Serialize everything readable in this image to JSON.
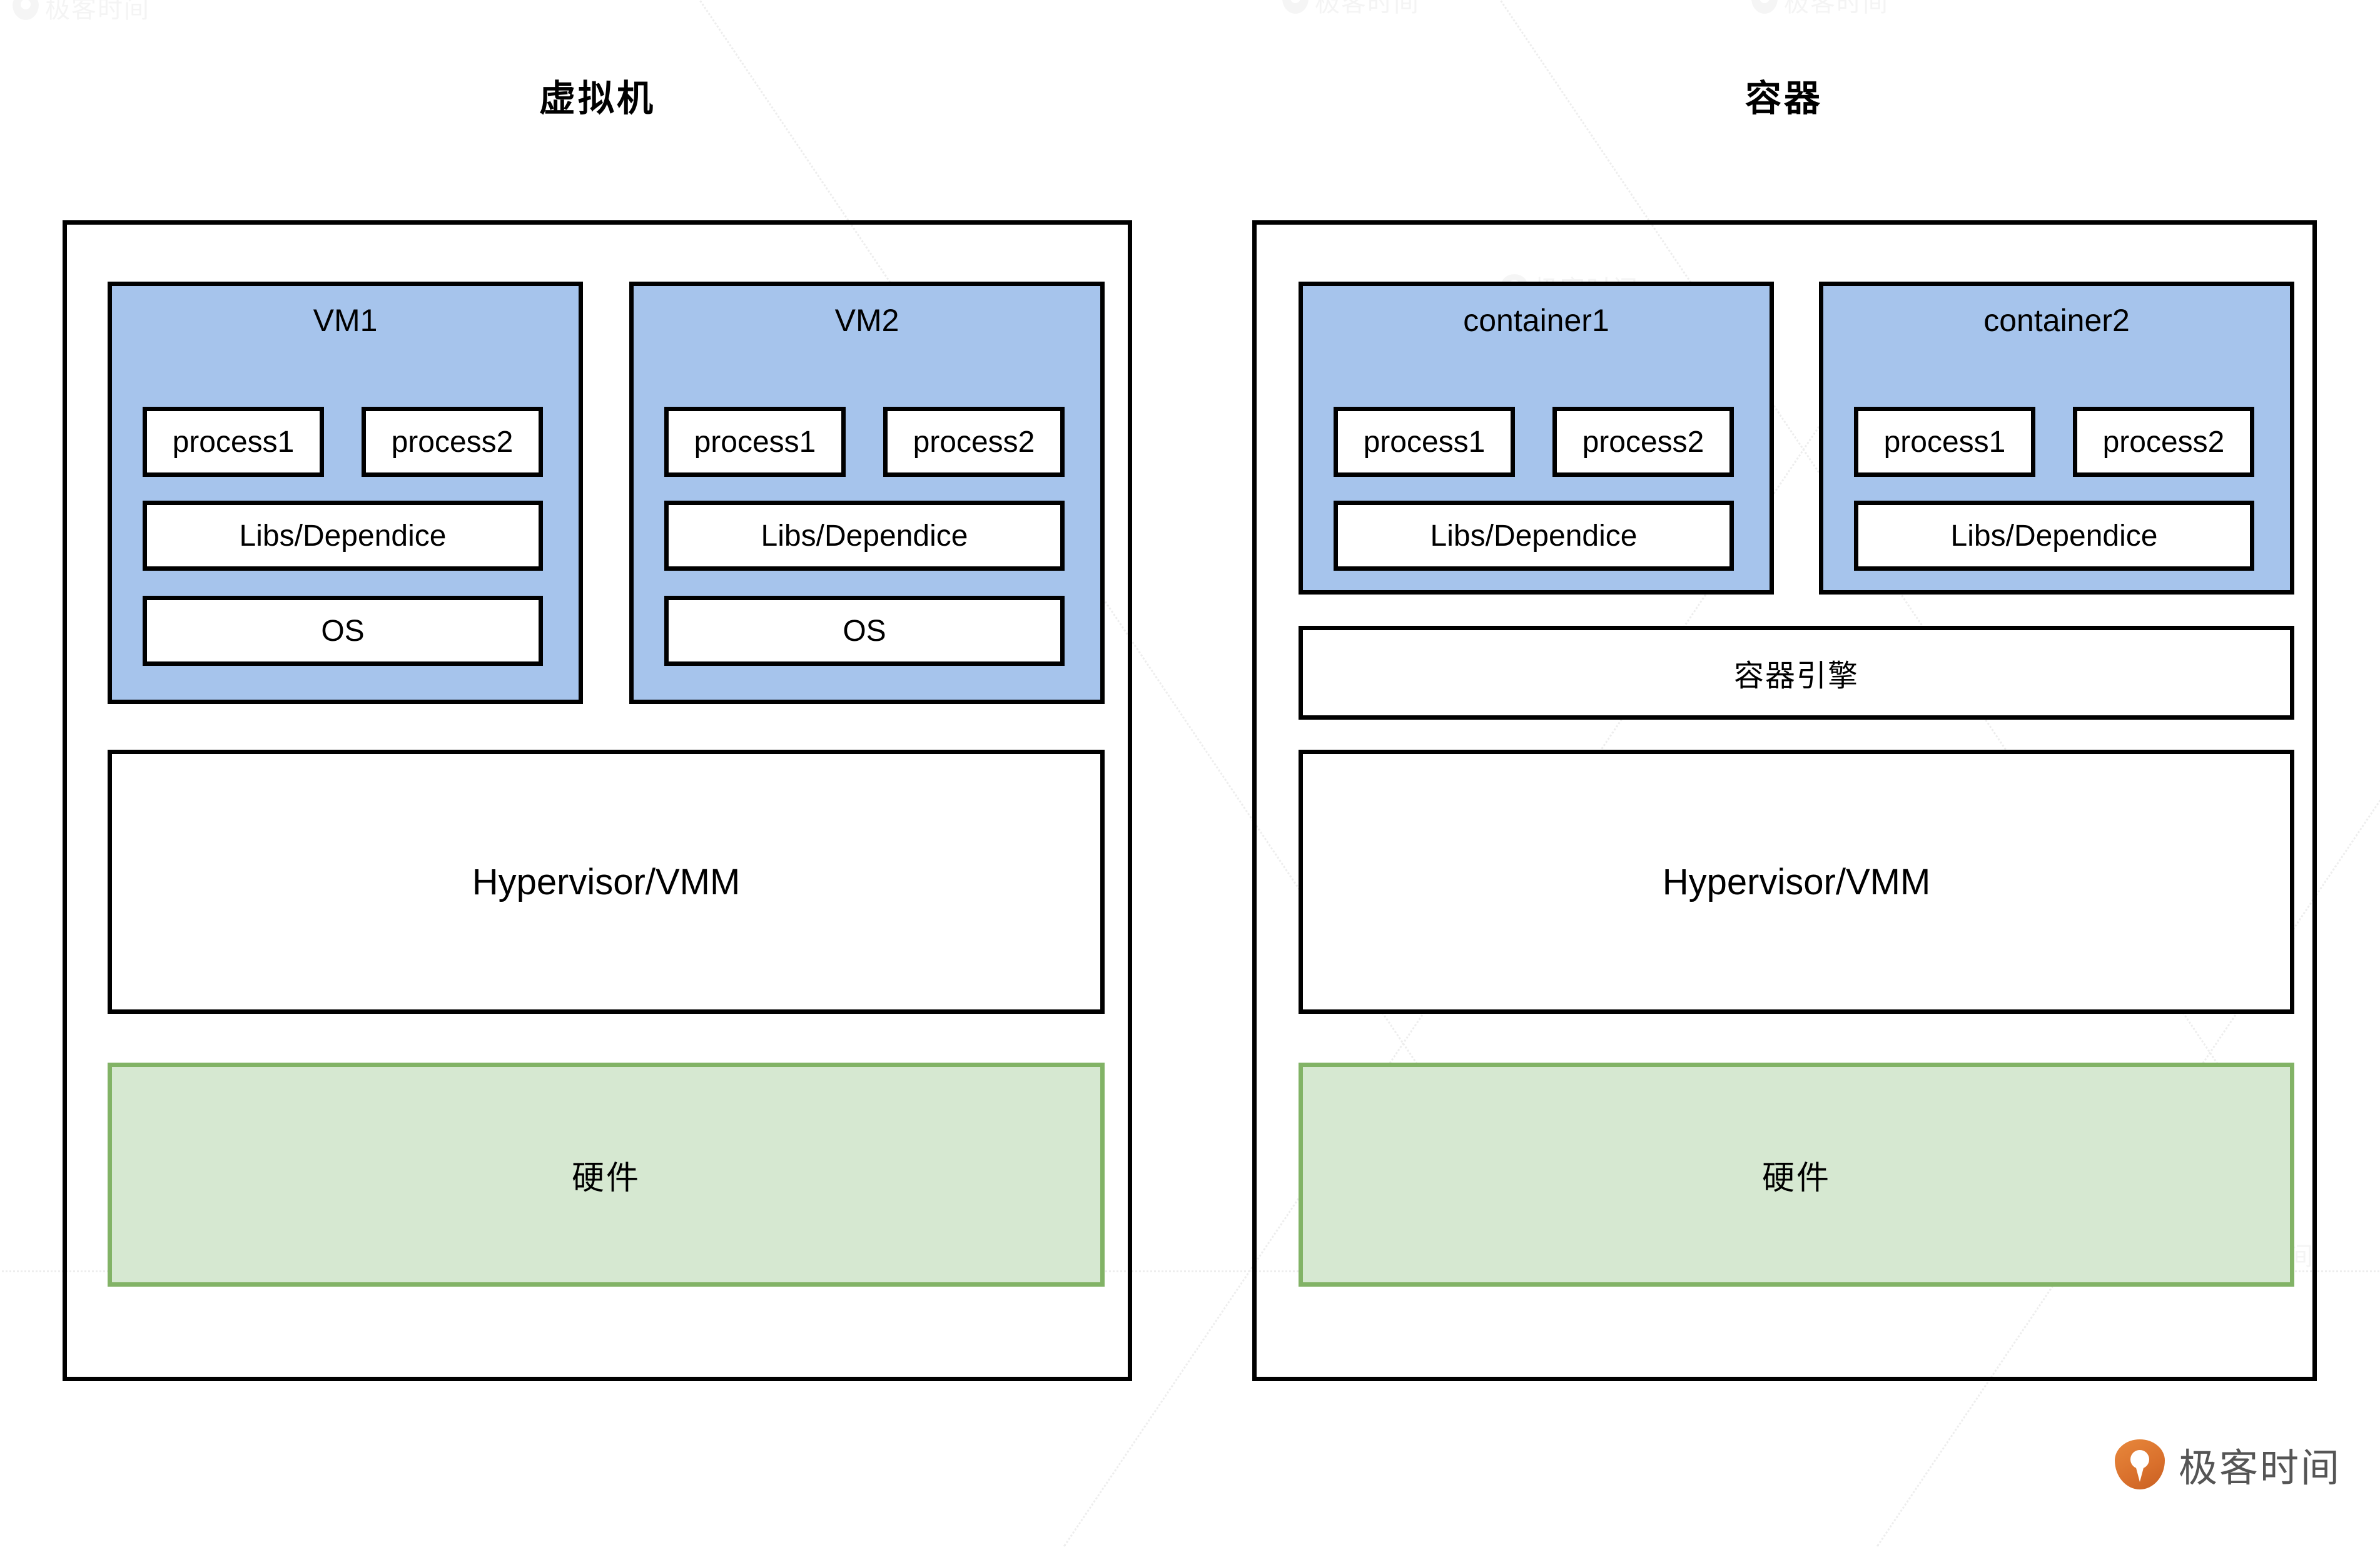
{
  "titles": {
    "left": "虚拟机",
    "right": "容器"
  },
  "brand": {
    "name": "极客时间",
    "icon": "geektime-pin-icon",
    "accent": "#d9702c"
  },
  "watermark": {
    "text": "极客时间"
  },
  "colors": {
    "guest_fill": "#a6c4ec",
    "guest_stroke": "#000000",
    "white_fill": "#ffffff",
    "white_stroke": "#000000",
    "hardware_fill": "#d6e8d1",
    "hardware_stroke": "#82b366",
    "panel_stroke": "#000000"
  },
  "labels": {
    "process1": "process1",
    "process2": "process2",
    "libs": "Libs/Dependice",
    "os": "OS",
    "hypervisor": "Hypervisor/VMM",
    "hardware": "硬件",
    "container_engine": "容器引擎"
  },
  "vm_panel": {
    "guests": [
      {
        "name": "VM1",
        "processes": [
          "process1",
          "process2"
        ],
        "libs": "Libs/Dependice",
        "os": "OS"
      },
      {
        "name": "VM2",
        "processes": [
          "process1",
          "process2"
        ],
        "libs": "Libs/Dependice",
        "os": "OS"
      }
    ],
    "hypervisor": "Hypervisor/VMM",
    "hardware": "硬件"
  },
  "container_panel": {
    "guests": [
      {
        "name": "container1",
        "processes": [
          "process1",
          "process2"
        ],
        "libs": "Libs/Dependice"
      },
      {
        "name": "container2",
        "processes": [
          "process1",
          "process2"
        ],
        "libs": "Libs/Dependice"
      }
    ],
    "engine": "容器引擎",
    "hypervisor": "Hypervisor/VMM",
    "hardware": "硬件"
  }
}
